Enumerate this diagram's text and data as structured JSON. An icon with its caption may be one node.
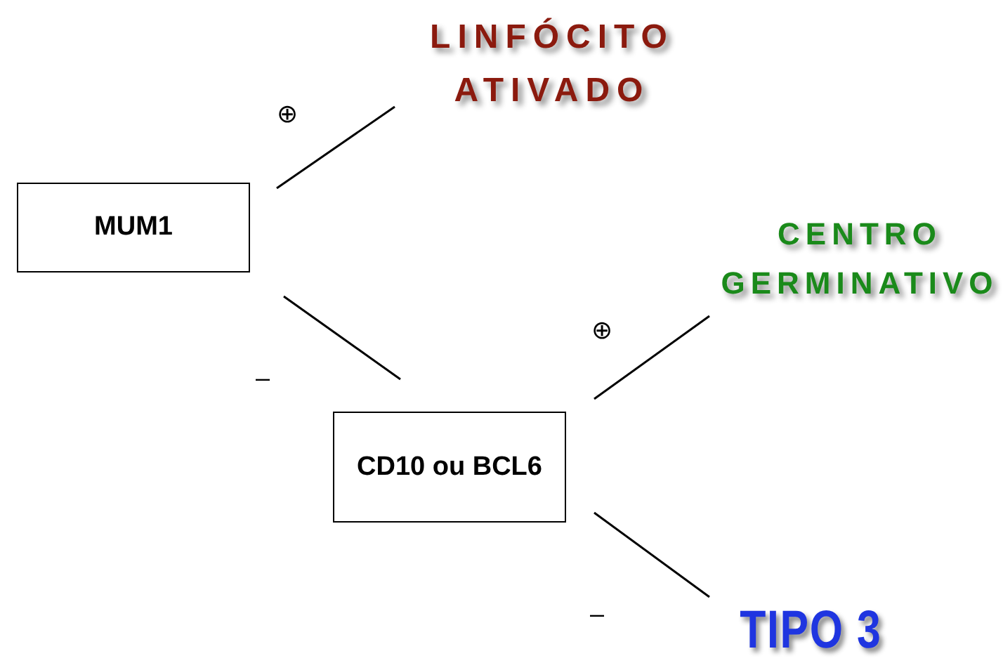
{
  "diagram": {
    "nodes": [
      {
        "text": [
          "MUM1"
        ]
      },
      {
        "text": [
          "LINFÓCITO ATIVADO"
        ]
      },
      {
        "text": [
          "CD10  ou BCL6"
        ]
      },
      {
        "text": [
          "CENTRO GERMINATIVO"
        ]
      },
      {
        "text": [
          "TIPO 3"
        ]
      }
    ],
    "edges": [
      {
        "from": 0,
        "to": 1,
        "arrow": "none",
        "label": "⊕"
      },
      {
        "from": 0,
        "to": 2,
        "arrow": "none",
        "label": "–"
      },
      {
        "from": 2,
        "to": 3,
        "arrow": "none",
        "label": "⊕"
      },
      {
        "from": 2,
        "to": 4,
        "arrow": "none",
        "label": "–"
      }
    ]
  }
}
